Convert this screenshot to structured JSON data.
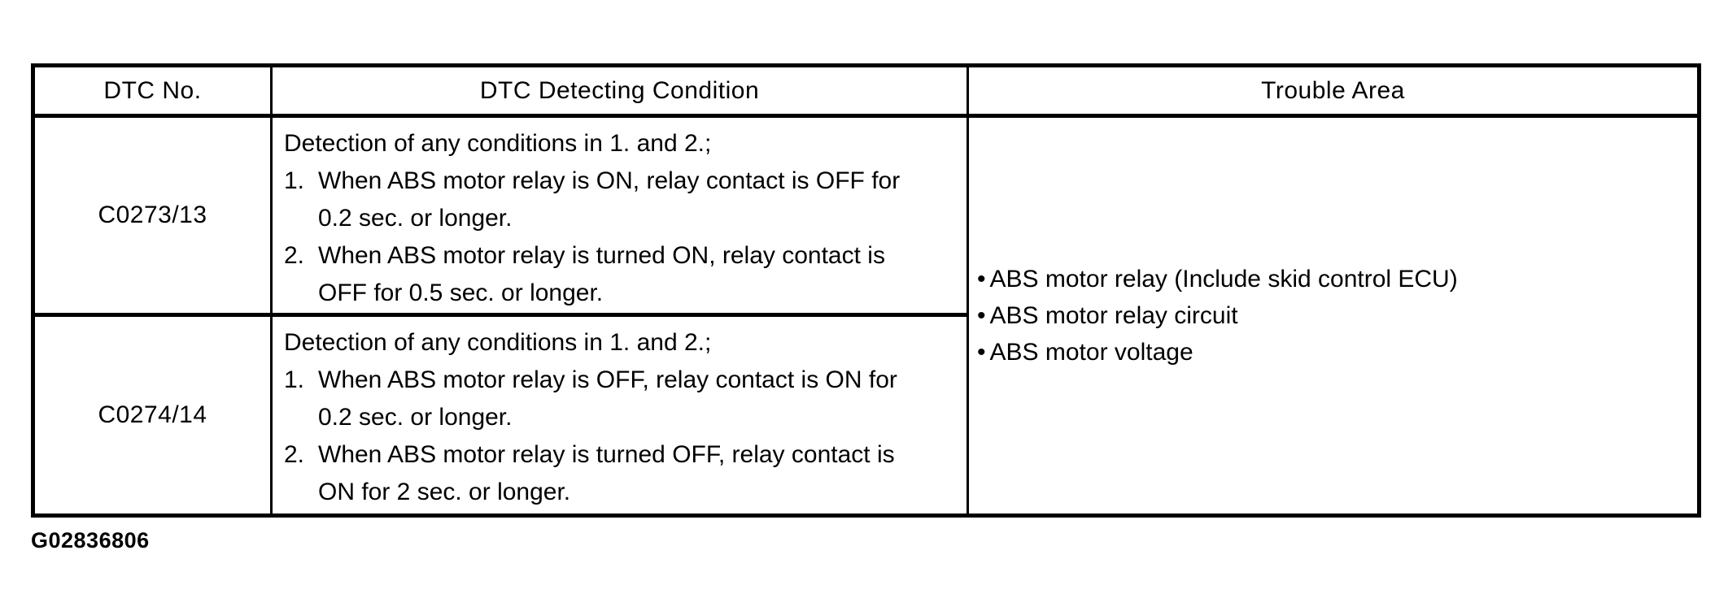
{
  "figure_label": "G02836806",
  "table": {
    "bullet": "•",
    "headers": {
      "dtc_no": "DTC No.",
      "condition": "DTC Detecting Condition",
      "trouble": "Trouble Area"
    },
    "rows": [
      {
        "dtc": "C0273/13",
        "intro": "Detection of any conditions in 1. and 2.;",
        "items": [
          {
            "num": "1.",
            "text": "When ABS motor relay is ON, relay contact is OFF for 0.2 sec. or longer."
          },
          {
            "num": "2.",
            "text": "When ABS motor relay is turned ON, relay contact is OFF for 0.5 sec. or longer."
          }
        ]
      },
      {
        "dtc": "C0274/14",
        "intro": "Detection of any conditions in 1. and 2.;",
        "items": [
          {
            "num": "1.",
            "text": "When ABS motor relay is OFF, relay contact is ON for 0.2 sec. or longer."
          },
          {
            "num": "2.",
            "text": "When ABS motor relay is turned OFF, relay contact is ON for 2 sec. or longer."
          }
        ]
      }
    ],
    "trouble_items": [
      "ABS motor relay (Include skid control ECU)",
      "ABS motor relay circuit",
      "ABS motor voltage"
    ]
  },
  "colors": {
    "text": "#000000",
    "border": "#000000",
    "background": "#ffffff"
  }
}
